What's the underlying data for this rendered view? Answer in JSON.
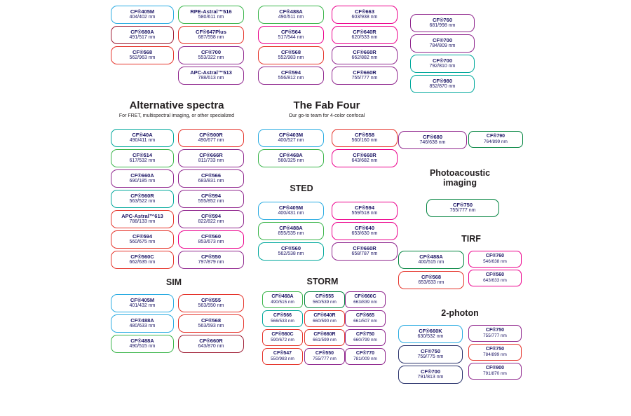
{
  "page": {
    "background": "#ffffff"
  },
  "sections": {
    "alternative": {
      "title": "Alternative spectra",
      "subtitle": "For FRET, multispectral imaging, or other specialized"
    },
    "fab_four": {
      "title": "The Fab Four",
      "subtitle": "Our go-to team for 4-color confocal"
    },
    "sted": {
      "title": "STED"
    },
    "photoacoustic": {
      "title_line1": "Photoacoustic",
      "title_line2": "imaging"
    },
    "tirf": {
      "title": "TIRF"
    },
    "sim": {
      "title": "SIM"
    },
    "storm": {
      "title": "STORM"
    },
    "two_photon": {
      "title": "2-photon"
    }
  },
  "colors": {
    "blue": "#29ABE2",
    "green": "#3AB54A",
    "dark_green": "#00833E",
    "teal": "#00A89C",
    "red": "#E5332A",
    "maroon": "#9E1C33",
    "magenta": "#EC008C",
    "purple": "#90278E",
    "navy": "#28316B"
  },
  "pill_columns": {
    "top_a": [
      {
        "name": "CF®405M",
        "value": "404/402 nm",
        "color": "#29ABE2"
      },
      {
        "name": "CF®680A",
        "value": "491/517 nm",
        "color": "#9E1C33"
      },
      {
        "name": "CF®568",
        "value": "562/963 nm",
        "color": "#E5332A"
      }
    ],
    "top_b": [
      {
        "name": "RPE-Astral™516",
        "value": "580/611 nm",
        "color": "#3AB54A"
      },
      {
        "name": "CF®647Plus",
        "value": "687/558 nm",
        "color": "#E5332A"
      },
      {
        "name": "CF®700",
        "value": "553/322 nm",
        "color": "#90278E"
      },
      {
        "name": "APC-Astral™513",
        "value": "788/613 nm",
        "color": "#90278E"
      }
    ],
    "top_c": [
      {
        "name": "CF®488A",
        "value": "490/511 nm",
        "color": "#3AB54A"
      },
      {
        "name": "CF®564",
        "value": "517/544 nm",
        "color": "#EC008C"
      },
      {
        "name": "CF®568",
        "value": "552/983 nm",
        "color": "#E5332A"
      },
      {
        "name": "CF®594",
        "value": "556/812 nm",
        "color": "#90278E"
      }
    ],
    "top_d": [
      {
        "name": "CF®663",
        "value": "603/938 nm",
        "color": "#EC008C"
      },
      {
        "name": "CF®640R",
        "value": "620/533 nm",
        "color": "#EC008C"
      },
      {
        "name": "CF®660R",
        "value": "662/882 nm",
        "color": "#90278E"
      },
      {
        "name": "CF®660R",
        "value": "755/777 nm",
        "color": "#90278E"
      }
    ],
    "top_e": [
      {
        "name": "CF®760",
        "value": "681/998 nm",
        "color": "#90278E"
      },
      {
        "name": "CF®700",
        "value": "784/809 nm",
        "color": "#90278E"
      },
      {
        "name": "CF®700",
        "value": "792/810 nm",
        "color": "#00A89C"
      },
      {
        "name": "CF®980",
        "value": "852/870 nm",
        "color": "#00A89C"
      }
    ],
    "alt_1": [
      {
        "name": "CF®40A",
        "value": "490/411 nm",
        "color": "#00A89C"
      },
      {
        "name": "CF®514",
        "value": "617/532 nm",
        "color": "#3AB54A"
      },
      {
        "name": "CF®660A",
        "value": "690/185 nm",
        "color": "#90278E"
      },
      {
        "name": "CF®560R",
        "value": "563/522 nm",
        "color": "#00A89C"
      },
      {
        "name": "APC-Astral™613",
        "value": "788/133 nm",
        "color": "#E5332A"
      },
      {
        "name": "CF®594",
        "value": "560/675 nm",
        "color": "#E5332A"
      },
      {
        "name": "CF®560C",
        "value": "662/635 nm",
        "color": "#E5332A"
      }
    ],
    "alt_2": [
      {
        "name": "CF®500R",
        "value": "490/677 nm",
        "color": "#E5332A"
      },
      {
        "name": "CF®666R",
        "value": "811/733 nm",
        "color": "#90278E"
      },
      {
        "name": "CF®566",
        "value": "683/831 nm",
        "color": "#90278E"
      },
      {
        "name": "CF®594",
        "value": "555/852 nm",
        "color": "#90278E"
      },
      {
        "name": "CF®594",
        "value": "822/822 nm",
        "color": "#90278E"
      },
      {
        "name": "CF®560",
        "value": "853/673 nm",
        "color": "#EC008C"
      },
      {
        "name": "CF®550",
        "value": "797/879 nm",
        "color": "#90278E"
      }
    ],
    "fab_1": [
      {
        "name": "CF®403M",
        "value": "400/527 nm",
        "color": "#29ABE2"
      },
      {
        "name": "CF®468A",
        "value": "560/325 nm",
        "color": "#3AB54A"
      }
    ],
    "fab_2": [
      {
        "name": "CF®558",
        "value": "560/160 nm",
        "color": "#E5332A"
      },
      {
        "name": "CF®660R",
        "value": "643/682 nm",
        "color": "#EC008C"
      }
    ],
    "extra_1": [
      {
        "name": "CF®680",
        "value": "746/638 nm",
        "color": "#90278E"
      }
    ],
    "extra_2": [
      {
        "name": "CF®790",
        "value": "764/899 nm",
        "color": "#00833E"
      }
    ],
    "sted_1": [
      {
        "name": "CF®405M",
        "value": "400/431 nm",
        "color": "#29ABE2"
      },
      {
        "name": "CF®488A",
        "value": "855/535 nm",
        "color": "#3AB54A"
      },
      {
        "name": "CF®560",
        "value": "562/538 nm",
        "color": "#00A89C"
      }
    ],
    "sted_2": [
      {
        "name": "CF®594",
        "value": "559/518 nm",
        "color": "#EC008C"
      },
      {
        "name": "CF®640",
        "value": "653/630 nm",
        "color": "#EC008C"
      },
      {
        "name": "CF®660R",
        "value": "658/787 nm",
        "color": "#90278E"
      }
    ],
    "pa": [
      {
        "name": "CF®750",
        "value": "755/777 nm",
        "color": "#00833E"
      }
    ],
    "tirf_1": [
      {
        "name": "CF®488A",
        "value": "400/515 nm",
        "color": "#00833E"
      },
      {
        "name": "CF®568",
        "value": "653/633 nm",
        "color": "#E5332A"
      }
    ],
    "tirf_2": [
      {
        "name": "CF®760",
        "value": "546/638 nm",
        "color": "#EC008C"
      },
      {
        "name": "CF®560",
        "value": "643/633 nm",
        "color": "#EC008C"
      }
    ],
    "sim_1": [
      {
        "name": "CF®405M",
        "value": "401/432 nm",
        "color": "#29ABE2"
      },
      {
        "name": "CF®488A",
        "value": "480/633 nm",
        "color": "#29ABE2"
      },
      {
        "name": "CF®488A",
        "value": "490/515 nm",
        "color": "#3AB54A"
      }
    ],
    "sim_2": [
      {
        "name": "CF®555",
        "value": "563/550 nm",
        "color": "#E5332A"
      },
      {
        "name": "CF®568",
        "value": "563/593 nm",
        "color": "#E5332A"
      },
      {
        "name": "CF®660R",
        "value": "643/870 nm",
        "color": "#9E1C33"
      }
    ],
    "storm_1": [
      {
        "name": "CF®468A",
        "value": "490/515 nm",
        "color": "#3AB54A"
      },
      {
        "name": "CF®566",
        "value": "566/533 nm",
        "color": "#00A89C"
      },
      {
        "name": "CF®560C",
        "value": "590/672 nm",
        "color": "#E5332A"
      },
      {
        "name": "CF®547",
        "value": "550/983 nm",
        "color": "#E5332A"
      }
    ],
    "storm_2": [
      {
        "name": "CF®555",
        "value": "560/539 nm",
        "color": "#00833E"
      },
      {
        "name": "CF®640R",
        "value": "660/590 nm",
        "color": "#E5332A"
      },
      {
        "name": "CF®660R",
        "value": "661/599 nm",
        "color": "#E5332A"
      },
      {
        "name": "CF®550",
        "value": "755/777 nm",
        "color": "#90278E"
      }
    ],
    "storm_3": [
      {
        "name": "CF®660C",
        "value": "663/839 nm",
        "color": "#90278E"
      },
      {
        "name": "CF®665",
        "value": "661/507 nm",
        "color": "#90278E"
      },
      {
        "name": "CF®750",
        "value": "660/799 nm",
        "color": "#90278E"
      },
      {
        "name": "CF®770",
        "value": "781/009 nm",
        "color": "#90278E"
      }
    ],
    "twop_1": [
      {
        "name": "CF®660K",
        "value": "630/532 nm",
        "color": "#29ABE2"
      },
      {
        "name": "CF®750",
        "value": "759/775 nm",
        "color": "#28316B"
      },
      {
        "name": "CF®700",
        "value": "791/813 nm",
        "color": "#28316B"
      }
    ],
    "twop_2": [
      {
        "name": "CF®750",
        "value": "755/777 nm",
        "color": "#90278E"
      },
      {
        "name": "CF®750",
        "value": "784/899 nm",
        "color": "#E5332A"
      },
      {
        "name": "CF®900",
        "value": "791/870 nm",
        "color": "#90278E"
      }
    ]
  }
}
